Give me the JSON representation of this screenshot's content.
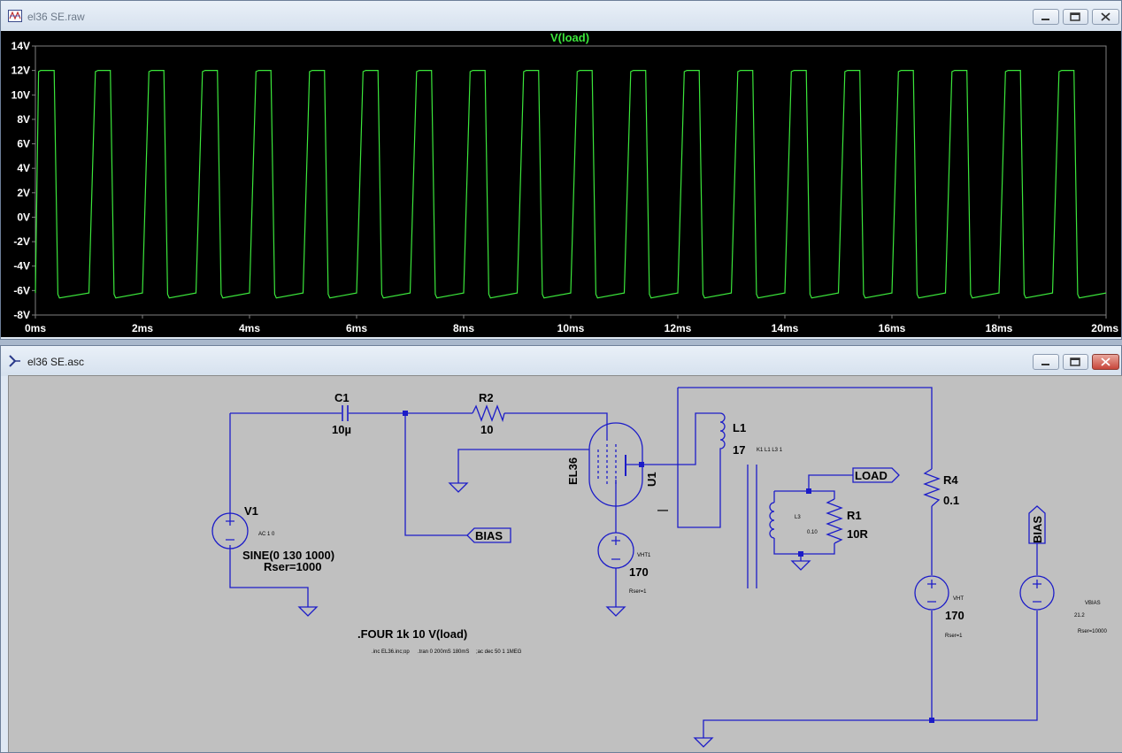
{
  "waveform_window": {
    "title": "el36 SE.raw",
    "icon": "waveform-app-icon",
    "controls": [
      "minimize-icon",
      "maximize-icon",
      "close-icon"
    ],
    "colors": {
      "background": "#000000",
      "trace": "#3be63b",
      "axis_text": "#ffffff",
      "trace_label": "#3be63b",
      "frame": "#808080"
    }
  },
  "chart_data": {
    "type": "line",
    "title": "V(load)",
    "xlabel": "",
    "ylabel": "",
    "xlim": [
      0,
      20
    ],
    "ylim": [
      -8,
      14
    ],
    "x_ticks": [
      "0ms",
      "2ms",
      "4ms",
      "6ms",
      "8ms",
      "10ms",
      "12ms",
      "14ms",
      "16ms",
      "18ms",
      "20ms"
    ],
    "y_ticks": [
      "-8V",
      "-6V",
      "-4V",
      "-2V",
      "0V",
      "2V",
      "4V",
      "6V",
      "8V",
      "10V",
      "12V",
      "14V"
    ],
    "grid": false,
    "series": [
      {
        "name": "V(load)",
        "x": [
          0,
          0.06,
          0.1,
          0.35,
          0.42,
          0.45,
          1.0,
          1.12,
          1.17,
          1.4,
          1.47,
          1.5,
          2.0,
          2.12,
          2.17,
          2.4,
          2.47,
          2.5,
          3.0,
          3.12,
          3.17,
          3.4,
          3.47,
          3.5,
          4.0,
          4.12,
          4.17,
          4.4,
          4.47,
          4.5,
          5.0,
          5.12,
          5.17,
          5.4,
          5.47,
          5.5,
          6.0,
          6.12,
          6.17,
          6.4,
          6.47,
          6.5,
          7.0,
          7.12,
          7.17,
          7.4,
          7.47,
          7.5,
          8.0,
          8.12,
          8.17,
          8.4,
          8.47,
          8.5,
          9.0,
          9.12,
          9.17,
          9.4,
          9.47,
          9.5,
          10.0,
          10.12,
          10.17,
          10.4,
          10.47,
          10.5,
          11.0,
          11.12,
          11.17,
          11.4,
          11.47,
          11.5,
          12.0,
          12.12,
          12.17,
          12.4,
          12.47,
          12.5,
          13.0,
          13.12,
          13.17,
          13.4,
          13.47,
          13.5,
          14.0,
          14.12,
          14.17,
          14.4,
          14.47,
          14.5,
          15.0,
          15.12,
          15.17,
          15.4,
          15.47,
          15.5,
          16.0,
          16.12,
          16.17,
          16.4,
          16.47,
          16.5,
          17.0,
          17.12,
          17.17,
          17.4,
          17.47,
          17.5,
          18.0,
          18.12,
          18.17,
          18.4,
          18.47,
          18.5,
          19.0,
          19.12,
          19.17,
          19.4,
          19.47,
          19.5,
          20.0
        ],
        "y": [
          -6.2,
          11.9,
          12.0,
          12.0,
          -6.3,
          -6.6,
          -6.2,
          11.9,
          12.0,
          12.0,
          -6.3,
          -6.6,
          -6.2,
          11.9,
          12.0,
          12.0,
          -6.3,
          -6.6,
          -6.2,
          11.9,
          12.0,
          12.0,
          -6.3,
          -6.6,
          -6.2,
          11.9,
          12.0,
          12.0,
          -6.3,
          -6.6,
          -6.2,
          11.9,
          12.0,
          12.0,
          -6.3,
          -6.6,
          -6.2,
          11.9,
          12.0,
          12.0,
          -6.3,
          -6.6,
          -6.2,
          11.9,
          12.0,
          12.0,
          -6.3,
          -6.6,
          -6.2,
          11.9,
          12.0,
          12.0,
          -6.3,
          -6.6,
          -6.2,
          11.9,
          12.0,
          12.0,
          -6.3,
          -6.6,
          -6.2,
          11.9,
          12.0,
          12.0,
          -6.3,
          -6.6,
          -6.2,
          11.9,
          12.0,
          12.0,
          -6.3,
          -6.6,
          -6.2,
          11.9,
          12.0,
          12.0,
          -6.3,
          -6.6,
          -6.2,
          11.9,
          12.0,
          12.0,
          -6.3,
          -6.6,
          -6.2,
          11.9,
          12.0,
          12.0,
          -6.3,
          -6.6,
          -6.2,
          11.9,
          12.0,
          12.0,
          -6.3,
          -6.6,
          -6.2,
          11.9,
          12.0,
          12.0,
          -6.3,
          -6.6,
          -6.2,
          11.9,
          12.0,
          12.0,
          -6.3,
          -6.6,
          -6.2,
          11.9,
          12.0,
          12.0,
          -6.3,
          -6.6,
          -6.2,
          11.9,
          12.0,
          12.0,
          -6.3,
          -6.6,
          -6.2
        ]
      }
    ]
  },
  "schematic_window": {
    "title": "el36 SE.asc",
    "icon": "schematic-app-icon",
    "controls": [
      "minimize-icon",
      "maximize-icon",
      "close-icon"
    ],
    "colors": {
      "background": "#c0c0c0",
      "wire": "#1c1cc8",
      "symbol": "#1c1cc8",
      "text": "#000000"
    }
  },
  "schematic": {
    "components": {
      "C1": {
        "ref": "C1",
        "value": "10µ"
      },
      "R2": {
        "ref": "R2",
        "value": "10"
      },
      "L1": {
        "ref": "L1",
        "value": "17"
      },
      "R4": {
        "ref": "R4",
        "value": "0.1"
      },
      "V1": {
        "ref": "V1",
        "attr": "AC 1 0",
        "value": "SINE(0 130 1000)",
        "rser": "Rser=1000"
      },
      "U1": {
        "ref": "U1",
        "model": "EL36"
      },
      "VHT1": {
        "ref": "VHT1",
        "value": "170",
        "rser": "Rser=1"
      },
      "L3": {
        "ref": "L3",
        "value": "0.10"
      },
      "R1": {
        "ref": "R1",
        "value": "10R"
      },
      "VHT": {
        "ref": "VHT",
        "value": "170",
        "rser": "Rser=1"
      },
      "VBIAS": {
        "ref": "VBIAS",
        "value": "21.2",
        "rser": "Rser=10000"
      }
    },
    "coupling": "K1 L1 L3 1",
    "labels": {
      "load": "LOAD",
      "bias_left": "BIAS",
      "bias_right": "BIAS",
      "stray": "—"
    },
    "directives": {
      "four": ".FOUR 1k 10 V(load)",
      "inc": ".inc EL36.inc;op",
      "tran": ".tran 0 200mS 180mS",
      "ac": ";ac dec 50 1 1MEG"
    }
  }
}
